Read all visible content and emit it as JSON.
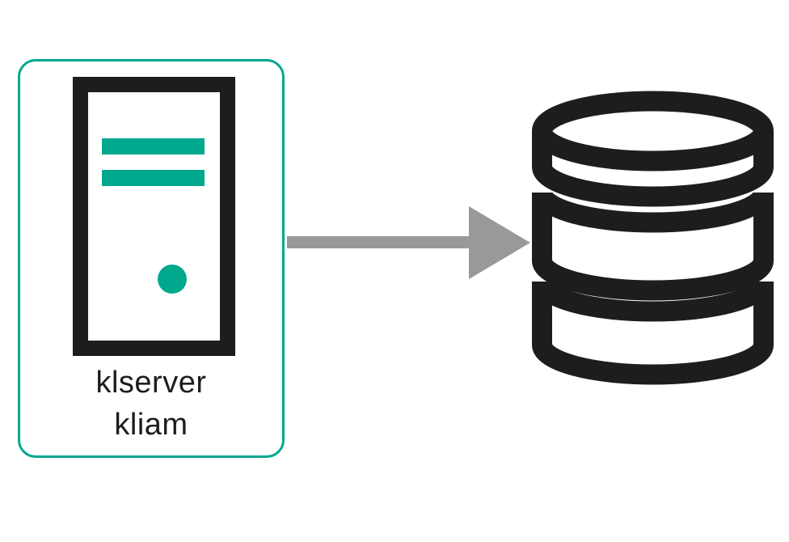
{
  "diagram": {
    "title": "server-to-database connection diagram",
    "node": {
      "label_line_1": "klserver",
      "label_line_2": "kliam",
      "icon": "server-tower"
    },
    "connection": {
      "type": "arrow",
      "direction": "right",
      "from": "klserver / kliam",
      "to": "database"
    },
    "target": {
      "icon": "database"
    }
  },
  "colors": {
    "accent": "#00A88E",
    "ink": "#1D1D1B",
    "arrow": "#999999",
    "background": "#FFFFFF"
  }
}
